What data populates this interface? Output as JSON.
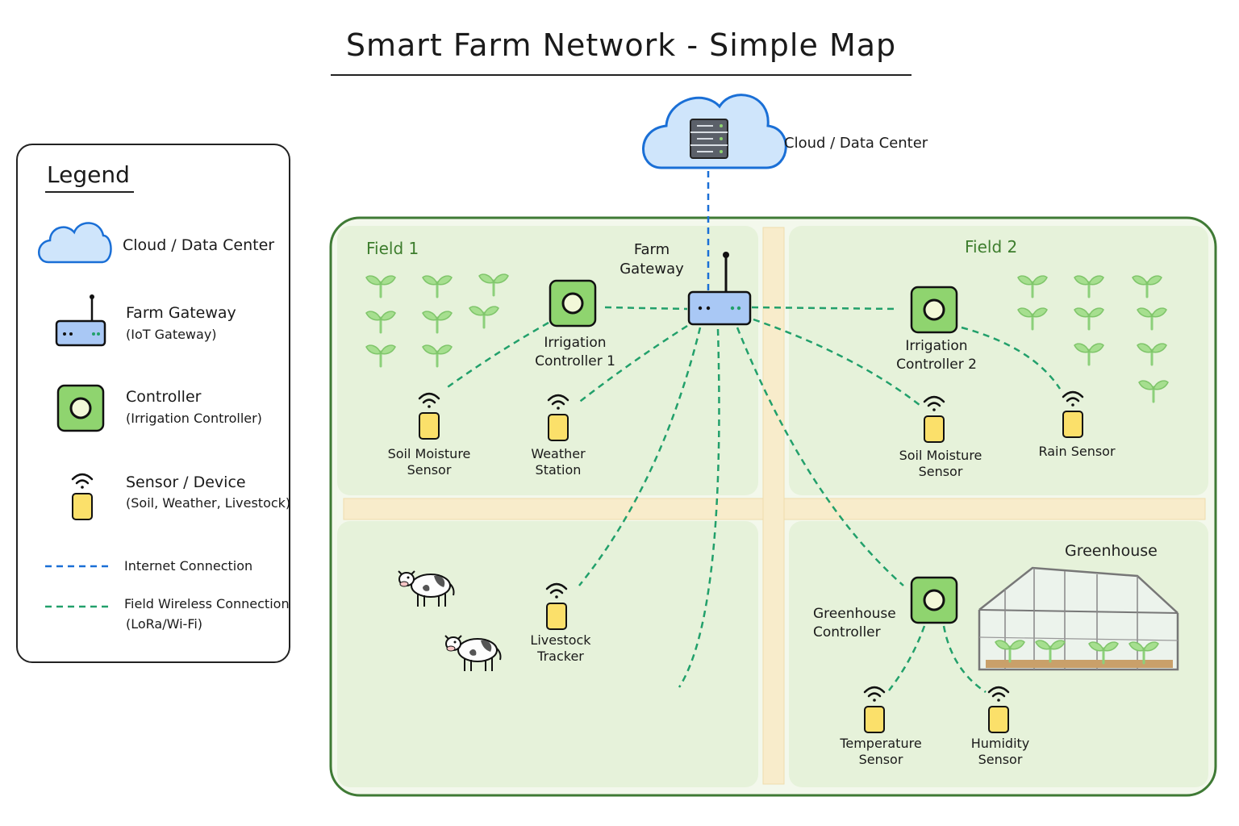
{
  "title": "Smart Farm Network - Simple Map",
  "legend": {
    "title": "Legend",
    "cloud": "Cloud / Data Center",
    "gateway": "Farm Gateway",
    "gateway_sub": "(IoT Gateway)",
    "controller": "Controller",
    "controller_sub": "(Irrigation Controller)",
    "sensor": "Sensor / Device",
    "sensor_sub": "(Soil, Weather, Livestock)",
    "internet": "Internet Connection",
    "wireless": "Field Wireless Connection",
    "wireless_sub": "(LoRa/Wi-Fi)"
  },
  "cloud_label": "Cloud / Data Center",
  "fields": {
    "field1": "Field 1",
    "field2": "Field 2",
    "greenhouse": "Greenhouse"
  },
  "nodes": {
    "gateway": [
      "Farm",
      "Gateway"
    ],
    "irrigation1": [
      "Irrigation",
      "Controller 1"
    ],
    "irrigation2": [
      "Irrigation",
      "Controller 2"
    ],
    "greenhouse_ctrl": [
      "Greenhouse",
      "Controller"
    ],
    "soil1": [
      "Soil Moisture",
      "Sensor"
    ],
    "weather": [
      "Weather",
      "Station"
    ],
    "soil2": [
      "Soil Moisture",
      "Sensor"
    ],
    "rain": [
      "Rain Sensor"
    ],
    "livestock": [
      "Livestock",
      "Tracker"
    ],
    "temperature": [
      "Temperature",
      "Sensor"
    ],
    "humidity": [
      "Humidity",
      "Sensor"
    ]
  },
  "colors": {
    "internet": "#1a6fd6",
    "wireless": "#22a06b",
    "field_fill": "#e8f3dd",
    "field_border": "#3f7a35",
    "controller": "#8fd46f",
    "sensor": "#fbe06a",
    "gateway": "#a9c8f5",
    "cloud": "#cfe5fb"
  },
  "icons": [
    "cloud-icon",
    "server-icon",
    "router-icon",
    "controller-icon",
    "sensor-icon",
    "sprout-icon",
    "cow-icon",
    "greenhouse-icon"
  ]
}
